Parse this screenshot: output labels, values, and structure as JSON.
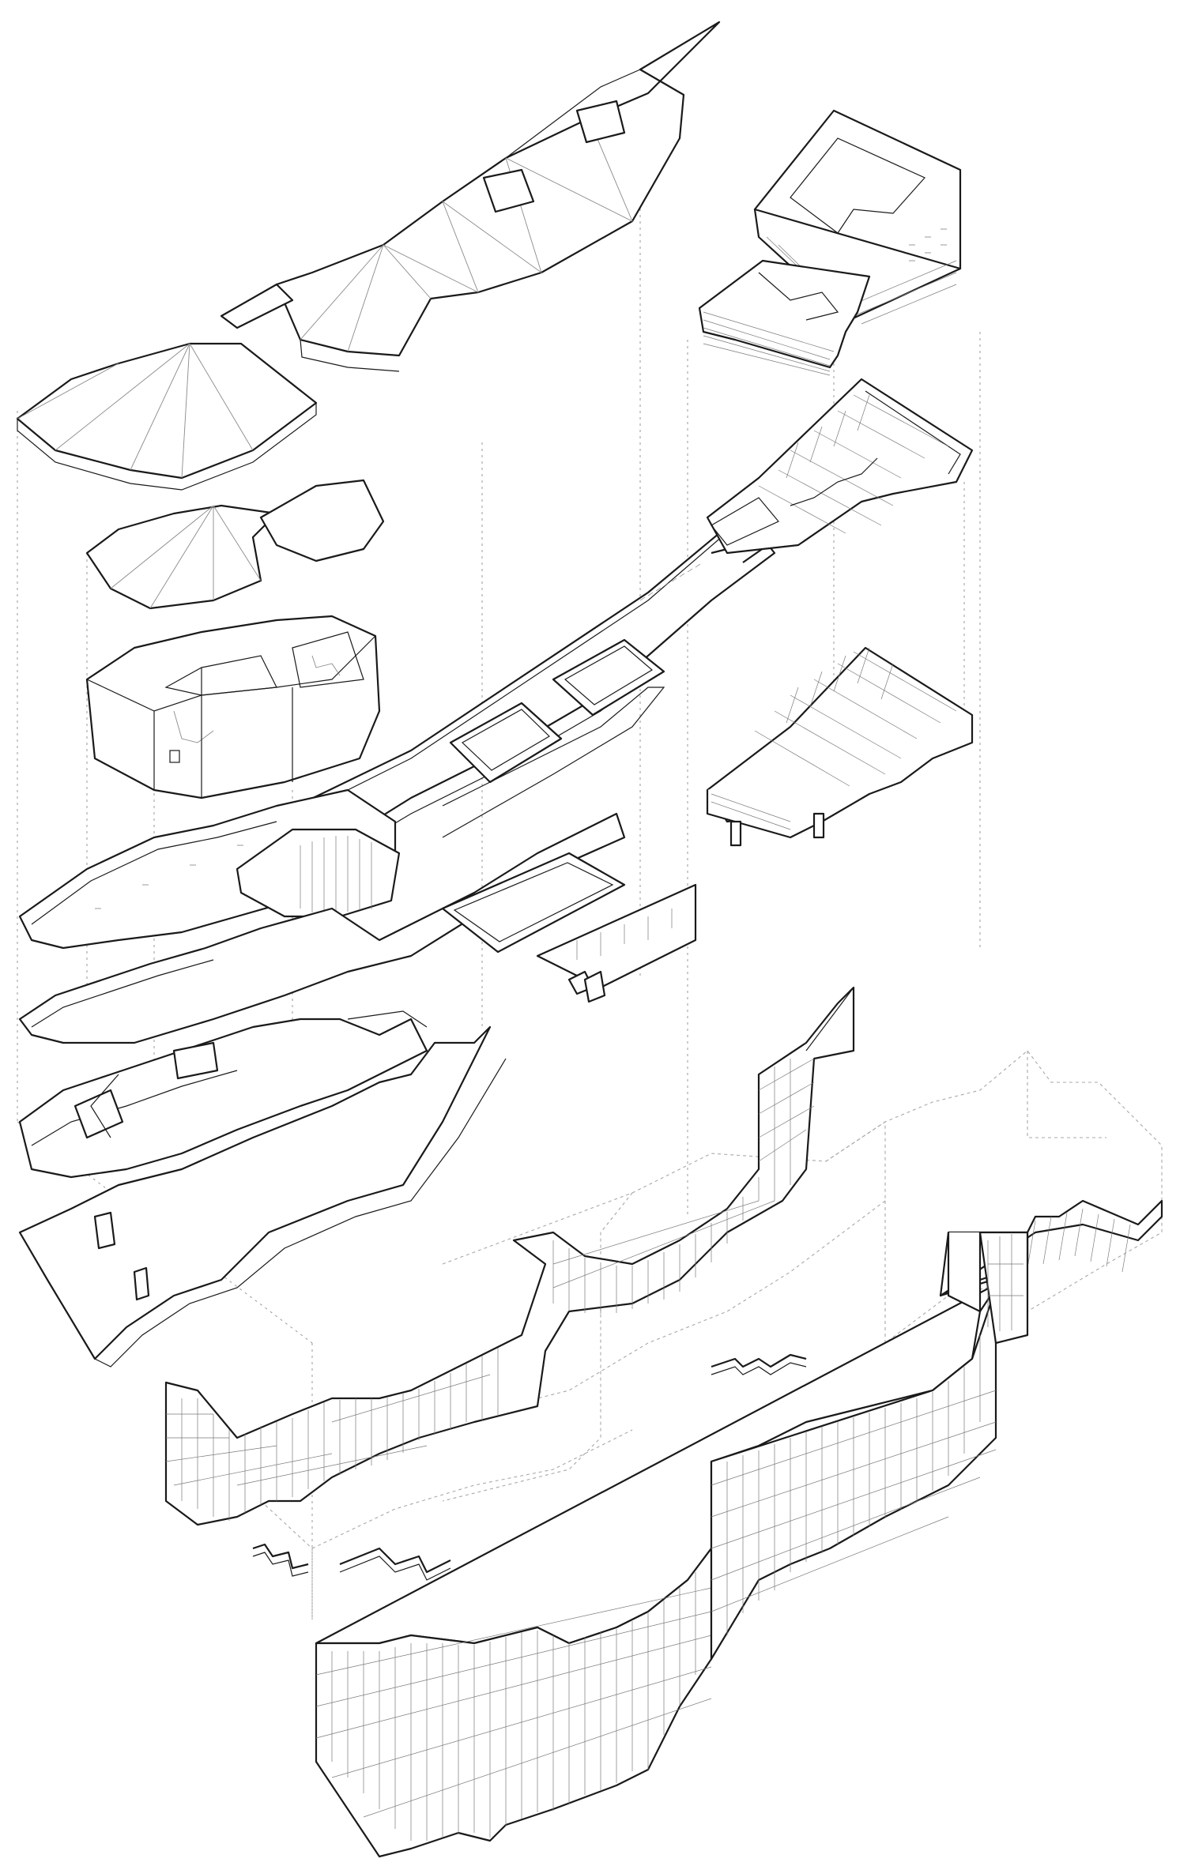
{
  "figure": {
    "kind": "exploded-axonometric-architectural-drawing",
    "palette": {
      "line": "#1a1a1a",
      "thin": "#8a8a8a",
      "background": "#ffffff"
    },
    "layers": [
      "roof-folded-main",
      "roof-folded-west",
      "roof-folded-east-lobe",
      "auditorium-volumes",
      "slab-beam-tower",
      "upper-gallery-floor",
      "middle-gallery-floor",
      "lower-gallery-floor",
      "ground-floor-plate",
      "tower-block-top",
      "tower-floor-plan-upper",
      "tower-floor-plan-lower",
      "glazed-ribbon-wall",
      "plinth-base-facade",
      "ghost-volume-outline"
    ]
  }
}
